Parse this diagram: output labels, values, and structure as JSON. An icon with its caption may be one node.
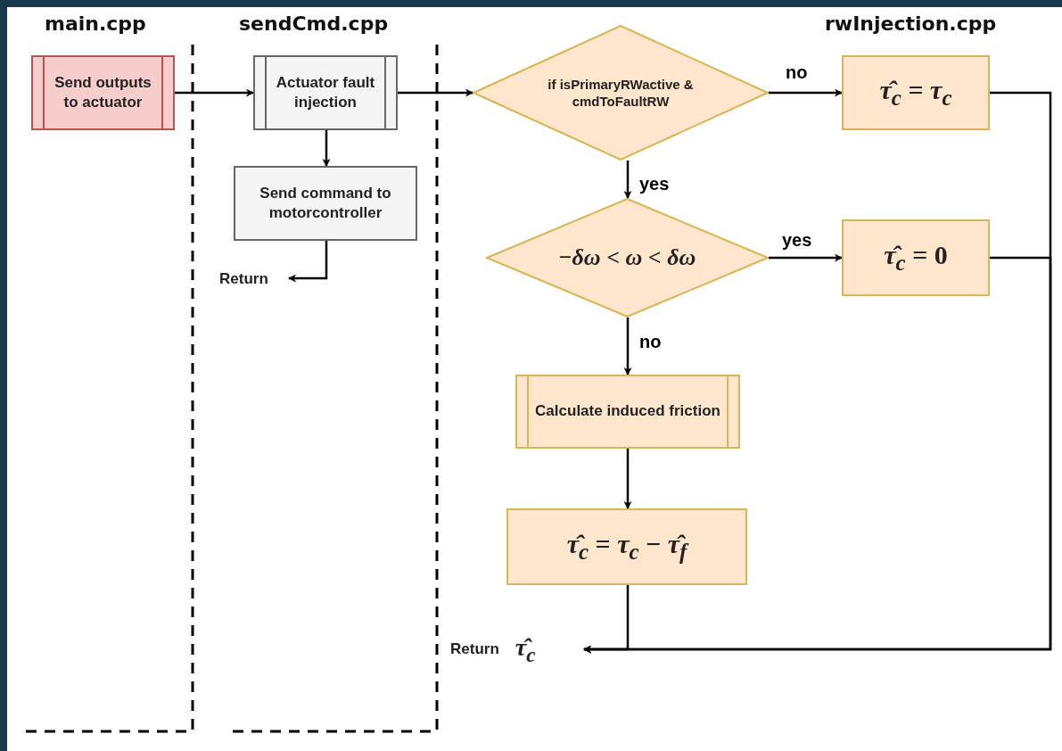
{
  "diagram": {
    "nodes": [
      {
        "text": [
          "Send outputs to actuator"
        ]
      },
      {
        "text": [
          "Actuator fault injection"
        ]
      },
      {
        "text": [
          "Send command to motorcontroller"
        ]
      },
      {
        "text": [
          "Return"
        ]
      },
      {
        "text": [
          "if isPrimaryRWactive & cmdToFaultRW"
        ]
      },
      {
        "text": [
          "*τ̂*$_{c}$ = *τ*$_{c}$"
        ]
      },
      {
        "text": [
          "−*δω* < *ω* < *δω*"
        ]
      },
      {
        "text": [
          "*τ̂*$_{c}$ = 0"
        ]
      },
      {
        "text": [
          "Calculate induced friction"
        ]
      },
      {
        "text": [
          "*τ̂*$_{c}$ = *τ*$_{c}$ − *τ̂*$_{f}$"
        ]
      },
      {
        "text": [
          "Return",
          "*τ̂*$_{c}$"
        ]
      }
    ],
    "edges": [
      {
        "from": 0,
        "to": 1,
        "arrow": "to"
      },
      {
        "from": 1,
        "to": 2,
        "arrow": "to"
      },
      {
        "from": 2,
        "to": 3,
        "arrow": "to"
      },
      {
        "from": 1,
        "to": 4,
        "arrow": "to"
      },
      {
        "from": 4,
        "to": 5,
        "arrow": "to",
        "label": "no"
      },
      {
        "from": 4,
        "to": 6,
        "arrow": "to",
        "label": "yes"
      },
      {
        "from": 6,
        "to": 7,
        "arrow": "to",
        "label": "yes"
      },
      {
        "from": 6,
        "to": 8,
        "arrow": "to",
        "label": "no"
      },
      {
        "from": 8,
        "to": 9,
        "arrow": "to"
      },
      {
        "from": 9,
        "to": 10,
        "arrow": "to"
      },
      {
        "from": 5,
        "to": 10,
        "arrow": "to"
      },
      {
        "from": 7,
        "to": 10,
        "arrow": "to"
      }
    ],
    "labels": [
      "main.cpp",
      "sendCmd.cpp",
      "rwInjection.cpp"
    ]
  }
}
